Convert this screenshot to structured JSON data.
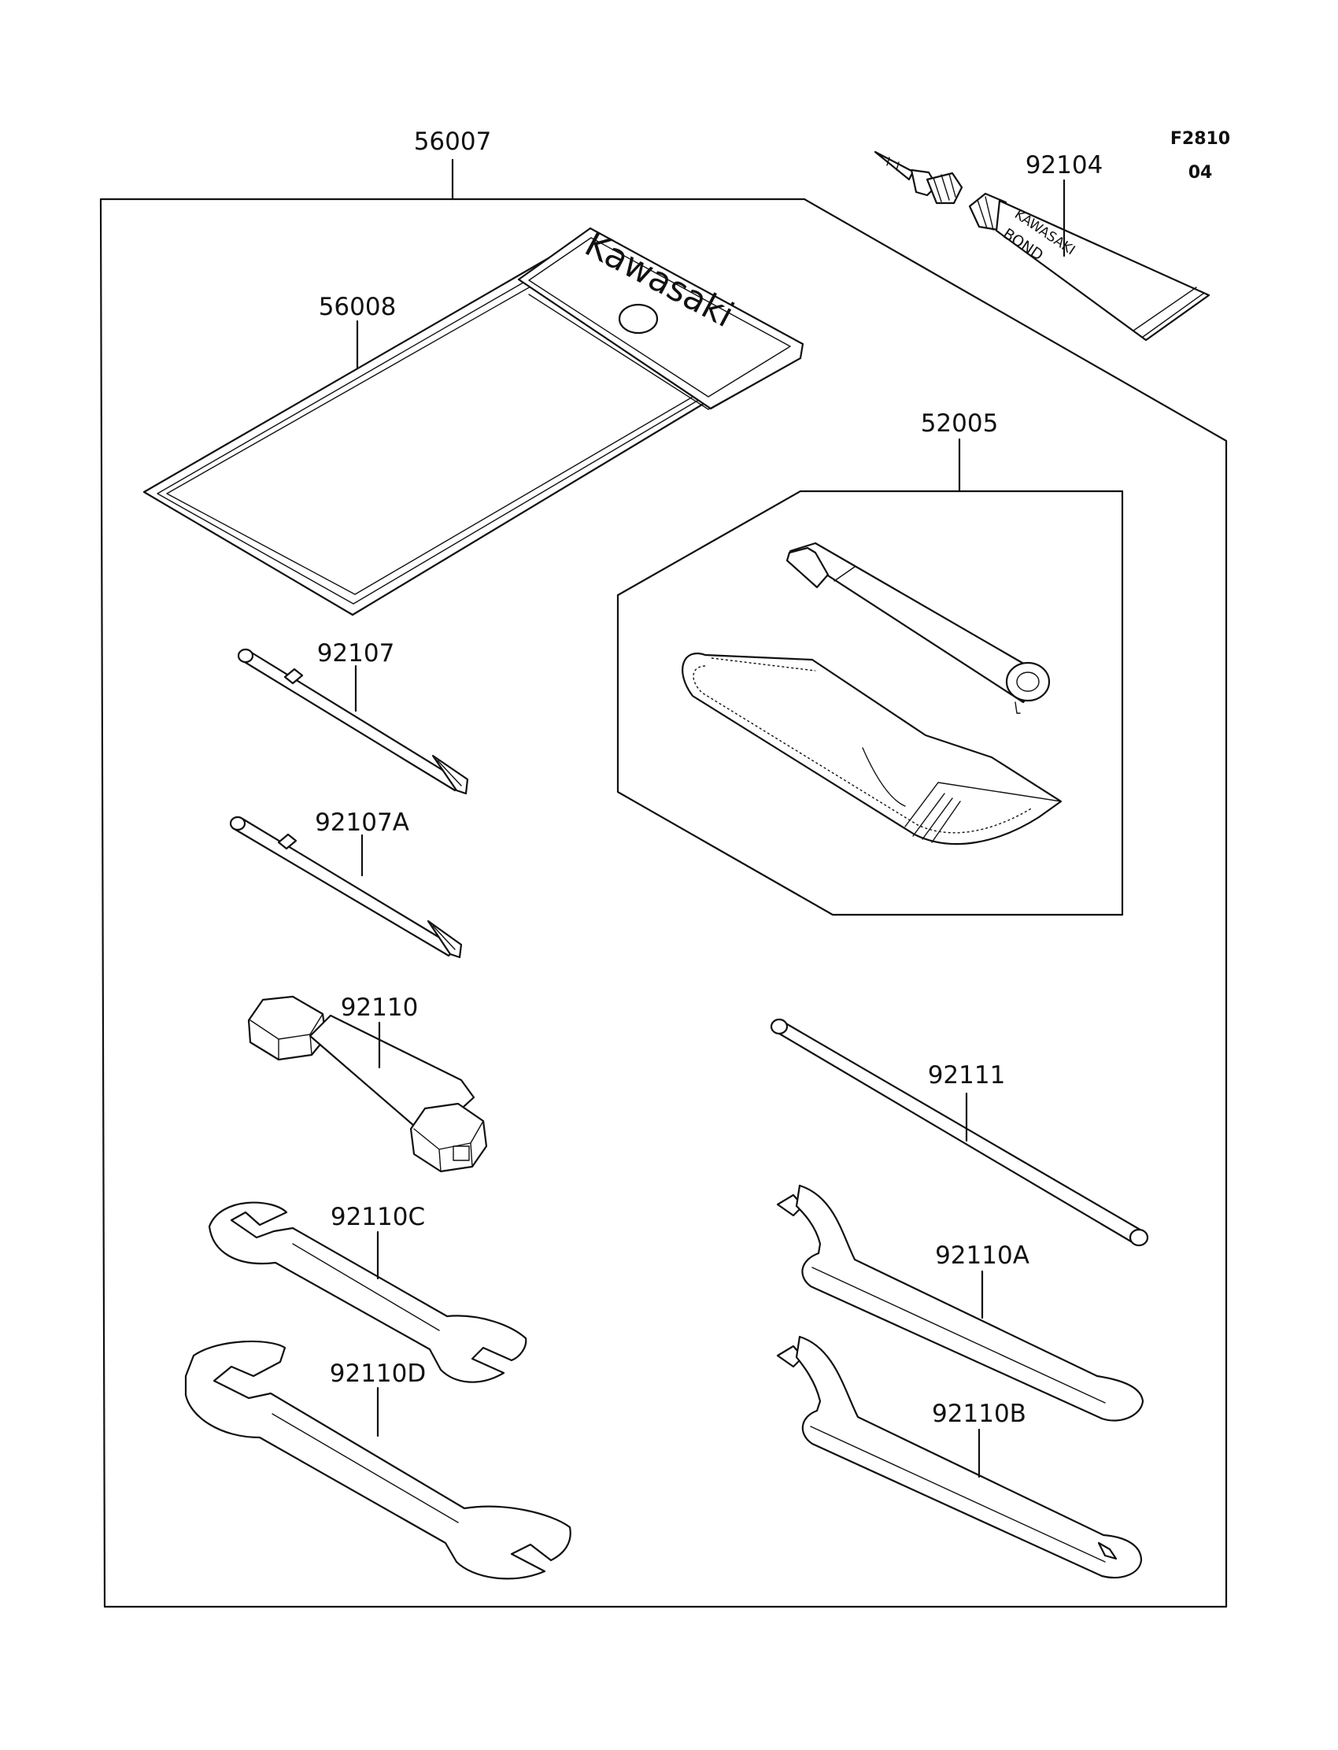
{
  "figure_code": {
    "line1": "F2810",
    "line2": "04"
  },
  "parts": {
    "kit": "56007",
    "tool_bag": "56008",
    "bond_tube": "92104",
    "pump_kit": "52005",
    "screwdriver": "92107",
    "screwdriver_alt": "92107A",
    "plug_wrench": "92110",
    "handle_bar": "92111",
    "wrench_c": "92110C",
    "wrench_d": "92110D",
    "hook_wrench_a": "92110A",
    "hook_wrench_b": "92110B"
  },
  "printed_text": {
    "bag_brand": "Kawasaki",
    "tube_brand": "KAWASAKI",
    "tube_product": "BOND"
  }
}
